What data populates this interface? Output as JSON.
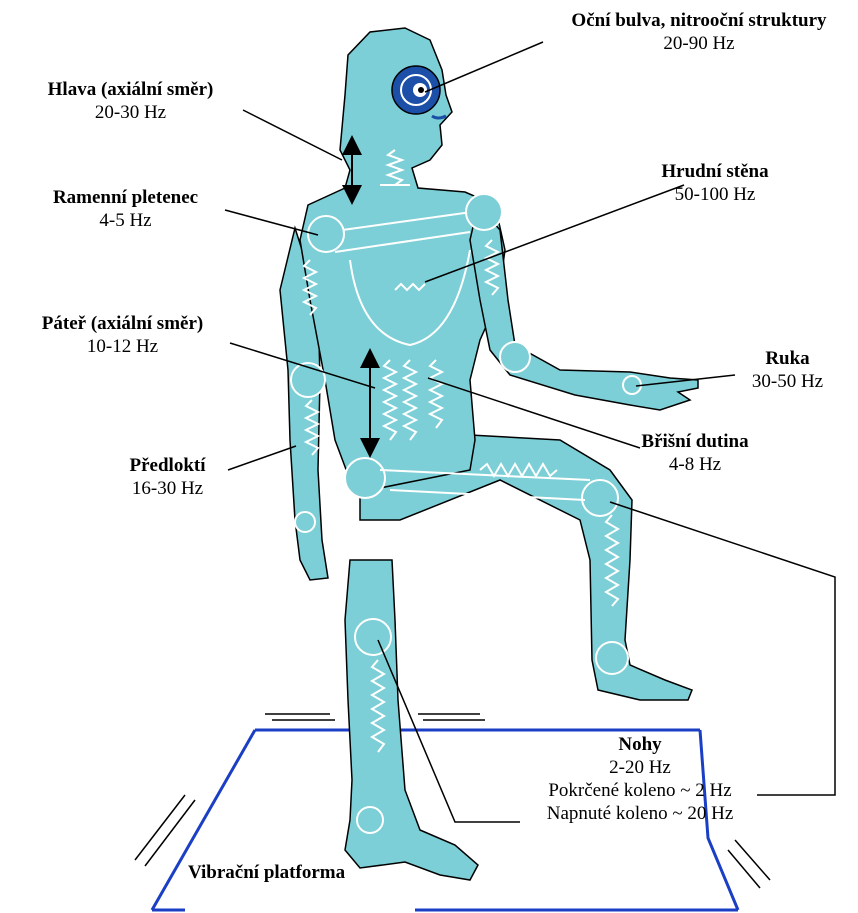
{
  "colors": {
    "body": "#7ccfd6",
    "mechanism": "#ffffff",
    "eye": "#1c4fa8",
    "platform": "#1b3fc4",
    "leader": "#000000"
  },
  "labels": {
    "eye": {
      "title": "Oční bulva, nitrooční struktury",
      "value": "20-90 Hz"
    },
    "head": {
      "title": "Hlava (axiální směr)",
      "value": "20-30 Hz"
    },
    "chest": {
      "title": "Hrudní stěna",
      "value": "50-100 Hz"
    },
    "shoulder": {
      "title": "Ramenní pletenec",
      "value": "4-5 Hz"
    },
    "spine": {
      "title": "Páteř (axiální směr)",
      "value": "10-12 Hz"
    },
    "hand": {
      "title": "Ruka",
      "value": "30-50 Hz"
    },
    "abdomen": {
      "title": "Břišní dutina",
      "value": "4-8 Hz"
    },
    "forearm": {
      "title": "Předloktí",
      "value": "16-30 Hz"
    },
    "legs": {
      "title": "Nohy",
      "value": "2-20 Hz",
      "bent": "Pokrčené koleno ~ 2 Hz",
      "straight": "Napnuté koleno ~ 20 Hz"
    },
    "platform": "Vibrační platforma"
  }
}
